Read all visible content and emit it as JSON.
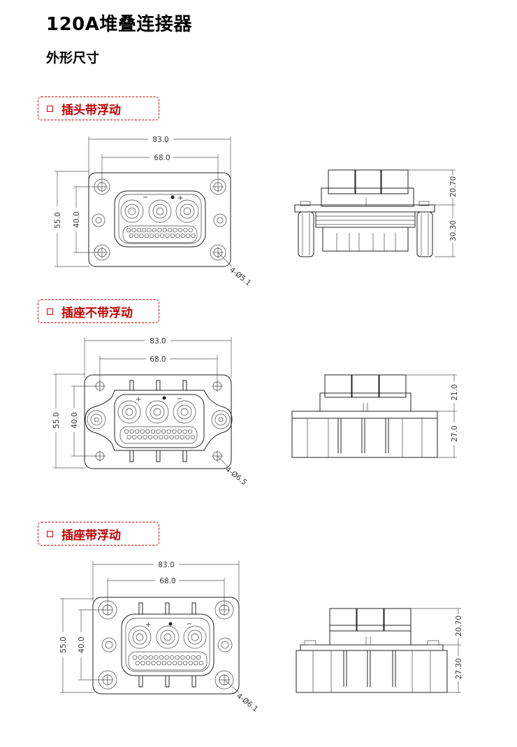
{
  "page": {
    "title": "120A堆叠连接器",
    "subtitle": "外形尺寸"
  },
  "sections": [
    {
      "label": "插头带浮动",
      "front": {
        "width": "83.0",
        "hole_pitch": "68.0",
        "height": "55.0",
        "hole_height": "40.0",
        "hole_callout": "4-Ø5.1"
      },
      "side": {
        "top_dim": "20.70",
        "bottom_dim": "30.30"
      }
    },
    {
      "label": "插座不带浮动",
      "front": {
        "width": "83.0",
        "hole_pitch": "68.0",
        "height": "55.0",
        "hole_height": "40.0",
        "hole_callout": "4-Ø6.5"
      },
      "side": {
        "top_dim": "21.0",
        "bottom_dim": "27.0"
      }
    },
    {
      "label": "插座带浮动",
      "front": {
        "width": "83.0",
        "hole_pitch": "68.0",
        "height": "55.0",
        "hole_height": "40.0",
        "hole_callout": "4-Ø6.1"
      },
      "side": {
        "top_dim": "20.70",
        "bottom_dim": "27.30"
      }
    }
  ],
  "symbols": {
    "plus": "+",
    "minus": "−"
  }
}
